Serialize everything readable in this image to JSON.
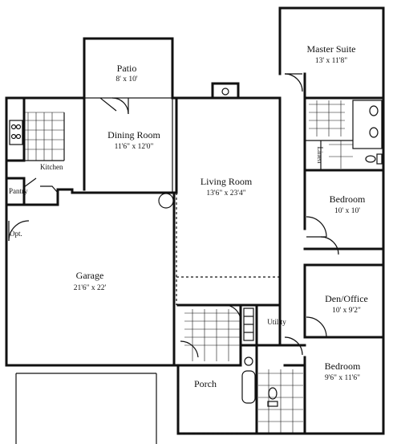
{
  "rooms": {
    "patio": {
      "name": "Patio",
      "dims": "8' x 10'"
    },
    "dining_room": {
      "name": "Dining Room",
      "dims": "11'6\" x 12'0\""
    },
    "living_room": {
      "name": "Living Room",
      "dims": "13'6\" x 23'4\""
    },
    "master_suite": {
      "name": "Master Suite",
      "dims": "13' x 11'8\""
    },
    "bedroom_1": {
      "name": "Bedroom",
      "dims": "10' x 10'"
    },
    "den_office": {
      "name": "Den/Office",
      "dims": "10' x 9'2\""
    },
    "bedroom_2": {
      "name": "Bedroom",
      "dims": "9'6\" x 11'6\""
    },
    "garage": {
      "name": "Garage",
      "dims": "21'6\" x 22'"
    },
    "kitchen": {
      "name": "Kitchen"
    },
    "pantry": {
      "name": "Pantry"
    },
    "porch": {
      "name": "Porch"
    },
    "utility": {
      "name": "Utility"
    },
    "linen": {
      "name": "Linen"
    },
    "opt": {
      "name": "Opt."
    }
  }
}
